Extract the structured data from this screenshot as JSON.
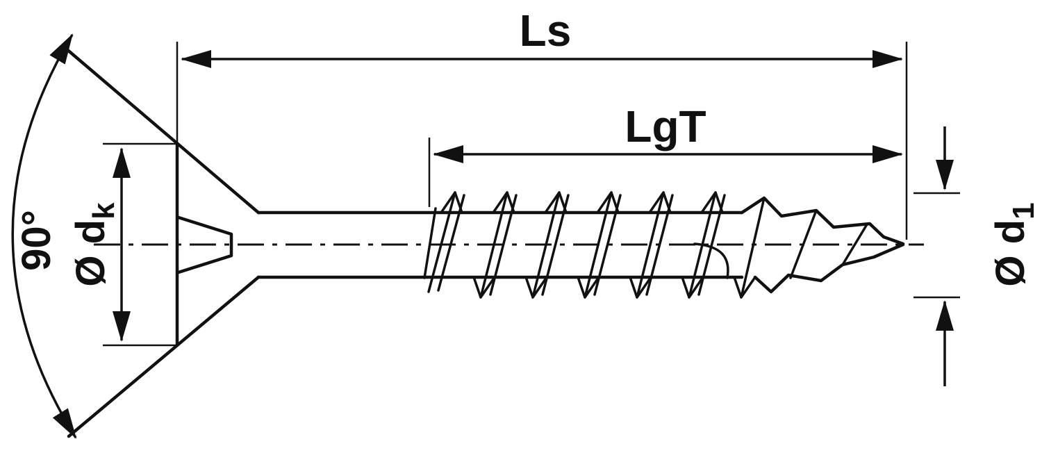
{
  "diagram": {
    "labels": {
      "total_length": "Ls",
      "thread_length": "LgT",
      "head_angle": "90°",
      "head_diameter_prefix": "Ø d",
      "head_diameter_sub": "k",
      "outer_diameter_prefix": "Ø d",
      "outer_diameter_sub": "1"
    },
    "colors": {
      "line": "#111111",
      "background": "#ffffff"
    }
  }
}
